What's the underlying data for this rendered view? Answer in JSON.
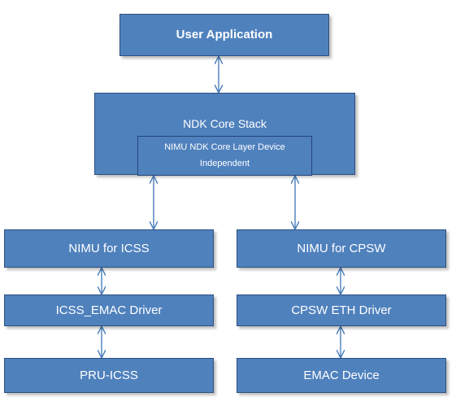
{
  "boxes": {
    "user_application": "User Application",
    "ndk_core_stack": "NDK Core Stack",
    "nimu_core_layer": "NIMU NDK Core Layer Device Independent",
    "nimu_icss": "NIMU for ICSS",
    "nimu_cpsw": "NIMU for CPSW",
    "icss_emac_driver": "ICSS_EMAC Driver",
    "cpsw_eth_driver": "CPSW ETH Driver",
    "pru_icss": "PRU-ICSS",
    "emac_device": "EMAC Device"
  },
  "colors": {
    "box_fill": "#4f81bd",
    "box_border": "#2b4f80",
    "box_text": "#ffffff",
    "connector": "#4a7ebb"
  }
}
